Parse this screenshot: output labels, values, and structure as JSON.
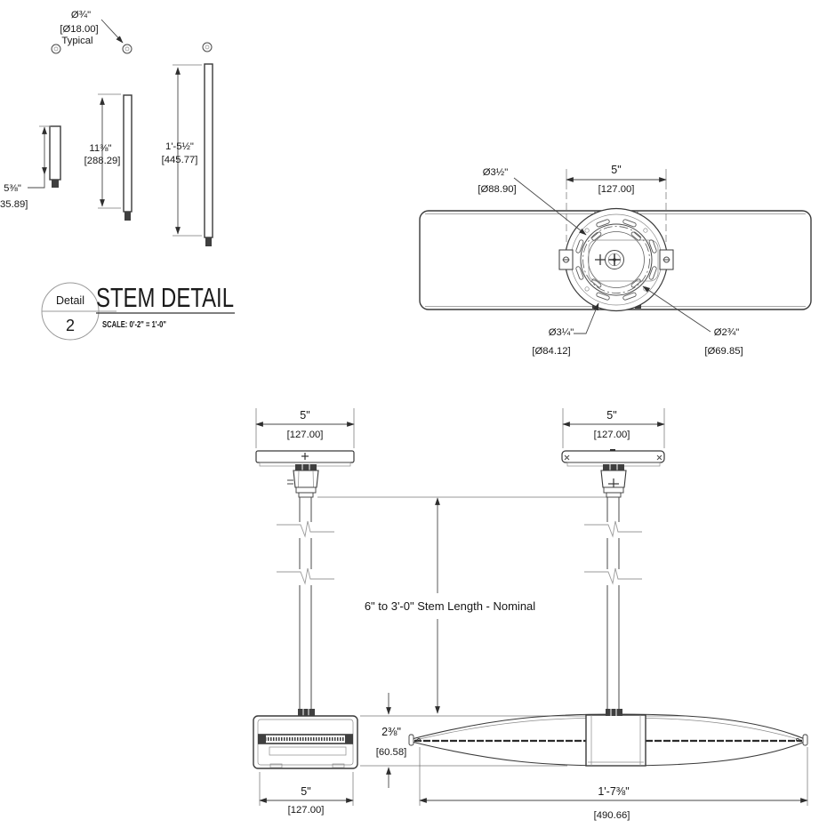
{
  "title_block": {
    "detail_word": "Detail",
    "detail_number": "2",
    "title": "STEM DETAIL",
    "scale": "SCALE: 0'-2\" = 1'-0\""
  },
  "stem_detail": {
    "hole_callout": {
      "diameter": "Ø¾\"",
      "metric": "[Ø18.00]",
      "note": "Typical"
    },
    "short_stem": {
      "length": "5⅜\"",
      "metric": "35.89]"
    },
    "medium_stem": {
      "length": "11⅜\"",
      "metric": "[288.29]"
    },
    "long_stem": {
      "length": "1'-5½\"",
      "metric": "[445.77]"
    }
  },
  "plan_view": {
    "plate_width": {
      "imperial": "5\"",
      "metric": "[127.00]"
    },
    "outer_diameter": {
      "imperial": "Ø3½\"",
      "metric": "[Ø88.90]"
    },
    "bolt_circle": {
      "imperial": "Ø3¼\"",
      "metric": "[Ø84.12]"
    },
    "inner_diameter": {
      "imperial": "Ø2¾\"",
      "metric": "[Ø69.85]"
    }
  },
  "elevation": {
    "left_plate_width": {
      "imperial": "5\"",
      "metric": "[127.00]"
    },
    "right_plate_width": {
      "imperial": "5\"",
      "metric": "[127.00]"
    },
    "stem_length_note": "6\" to 3'-0\" Stem Length - Nominal",
    "fixture_height": {
      "imperial": "2⅜\"",
      "metric": "[60.58]"
    },
    "fixture_width": {
      "imperial": "5\"",
      "metric": "[127.00]"
    },
    "fixture_length": {
      "imperial": "1'-7⅜\"",
      "metric": "[490.66]"
    }
  }
}
